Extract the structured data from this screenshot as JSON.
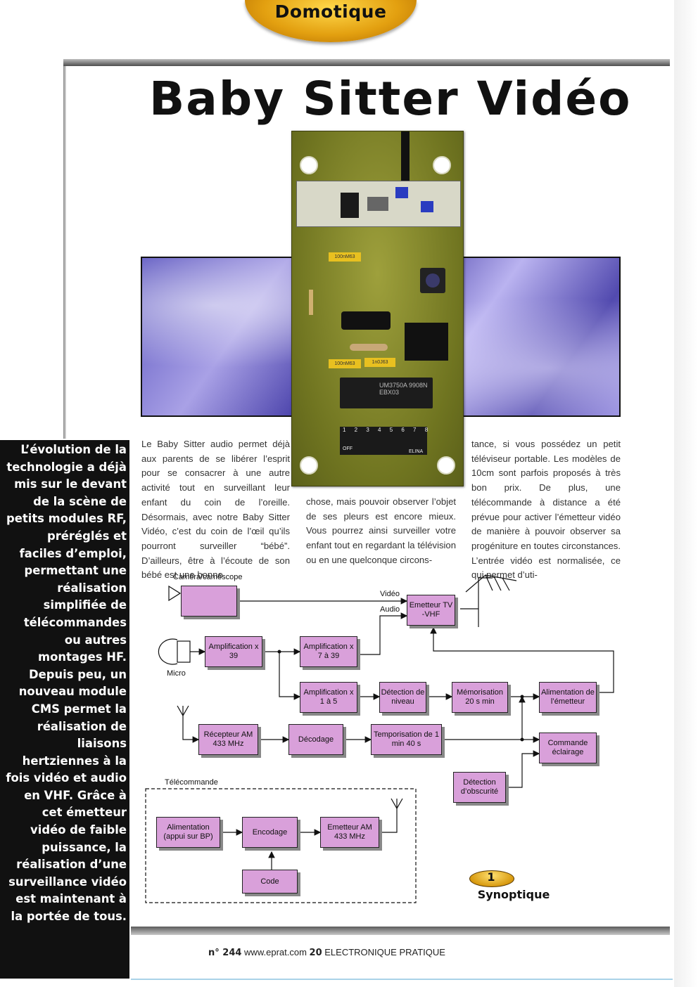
{
  "header": {
    "category": "Domotique"
  },
  "article": {
    "title": "Baby Sitter Vidéo",
    "intro": "L’évolution de la technologie a déjà mis sur le devant de la scène de petits modules RF, préréglés et faciles d’emploi, permettant une réalisation simplifiée de télécommandes ou autres montages HF. Depuis peu, un nouveau module CMS permet la réalisation de liaisons hertziennes à la fois vidéo et audio en VHF. Grâce à cet émetteur vidéo de faible puissance, la réalisation d’une surveillance vidéo est maintenant à la portée de tous.",
    "col1": "Le Baby Sitter audio permet déjà aux parents de se libérer l’esprit pour se consacrer à une autre activité tout en surveillant leur enfant du coin de l’oreille. Désormais, avec notre Baby Sitter Vidéo, c’est du coin de l’œil qu’ils pourront surveiller “bébé”. D’ailleurs, être à l’écoute de son bébé est une bonne",
    "col2": "chose, mais pouvoir observer l’objet de ses pleurs est encore mieux. Vous pourrez ainsi surveiller votre enfant tout en regardant la télévision ou en une quelconque circons-",
    "col3": "tance, si vous possédez un petit téléviseur portable. Les modèles de 10cm sont parfois proposés à très bon prix. De plus, une télécommande à distance a été prévue pour activer l’émetteur vidéo de manière à pouvoir observer sa progéniture en toutes circonstances. L’entrée vidéo est normalisée, ce qui permet d’uti-"
  },
  "pcb": {
    "chip_label": "UM3750A 9908N EBX03",
    "cap1": "100nM63",
    "cap2": "100nM63",
    "cap3": "1n0J63",
    "switch_numbers": "1 2 3 4 5 6 7 8",
    "switch_off": "OFF",
    "brand": "ELINA"
  },
  "diagram": {
    "camera_label": "Caméra/caméscope",
    "micro_label": "Micro",
    "video_label": "Vidéo",
    "audio_label": "Audio",
    "remote_label": "Télécommande",
    "emetteur_tv": "Emetteur TV -VHF",
    "ampli_x39": "Amplification x 39",
    "ampli_7_39": "Amplification x 7 à 39",
    "ampli_1_5": "Amplification x 1 à 5",
    "detection_niveau": "Détection de niveau",
    "memorisation": "Mémorisation 20 s min",
    "alim_emetteur": "Alimentation de l’émetteur",
    "recepteur": "Récepteur AM 433 MHz",
    "decodage": "Décodage",
    "temporisation": "Temporisation de 1 min 40 s",
    "commande_eclairage": "Commande éclairage",
    "detection_obscurite": "Détection d’obscurité",
    "alim_bp": "Alimentation (appui sur BP)",
    "encodage": "Encodage",
    "emetteur_am": "Emetteur AM 433 MHz",
    "code": "Code"
  },
  "figure": {
    "number": "1",
    "caption": "Synoptique"
  },
  "footer": {
    "issue": "n° 244",
    "site": "www.eprat.com",
    "page": "20",
    "magazine": "ELECTRONIQUE PRATIQUE"
  }
}
